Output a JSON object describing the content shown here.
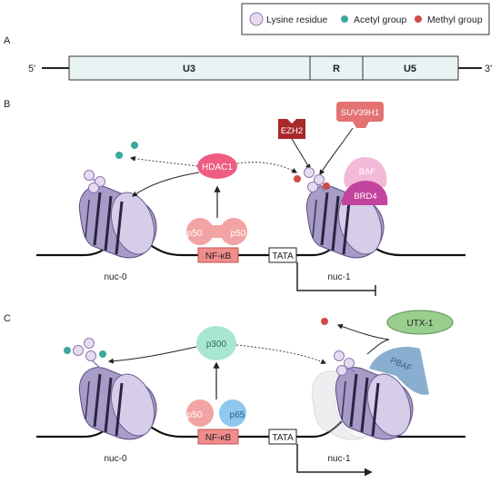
{
  "legend": {
    "lysine": "Lysine residue",
    "acetyl": "Acetyl group",
    "methyl": "Methyl group"
  },
  "colors": {
    "lysine_fill": "#e6dcf0",
    "lysine_stroke": "#8e78b0",
    "acetyl": "#3aa89c",
    "methyl": "#cf4a4a",
    "ltr_fill": "#e8f4f4",
    "hdac1": "#ef5d83",
    "p50": "#f2a3a3",
    "p65": "#8ec8ef",
    "nfkb": "#f08c8c",
    "ezh2": "#a8282b",
    "suv39h1": "#e37373",
    "baf": "#f4b8d8",
    "brd4": "#c3449d",
    "p300": "#a9e6d2",
    "utx1": "#98cf8e",
    "pbaf": "#8aaecf"
  },
  "panel_a": {
    "label": "A",
    "five_prime": "5'",
    "three_prime": "3'",
    "segments": [
      "U3",
      "R",
      "U5"
    ]
  },
  "panel_b": {
    "label": "B",
    "hdac1": "HDAC1",
    "ezh2": "EZH2",
    "suv39h1": "SUV39H1",
    "baf": "BAF",
    "brd4": "BRD4",
    "p50_left": "p50",
    "p50_right": "p50",
    "nfkb": "NF-κB",
    "tata": "TATA",
    "nuc0": "nuc-0",
    "nuc1": "nuc-1"
  },
  "panel_c": {
    "label": "C",
    "p300": "p300",
    "utx1": "UTX-1",
    "pbaf": "PBAF",
    "p50": "p50",
    "p65": "p65",
    "nfkb": "NF-κB",
    "tata": "TATA",
    "nuc0": "nuc-0",
    "nuc1": "nuc-1"
  }
}
